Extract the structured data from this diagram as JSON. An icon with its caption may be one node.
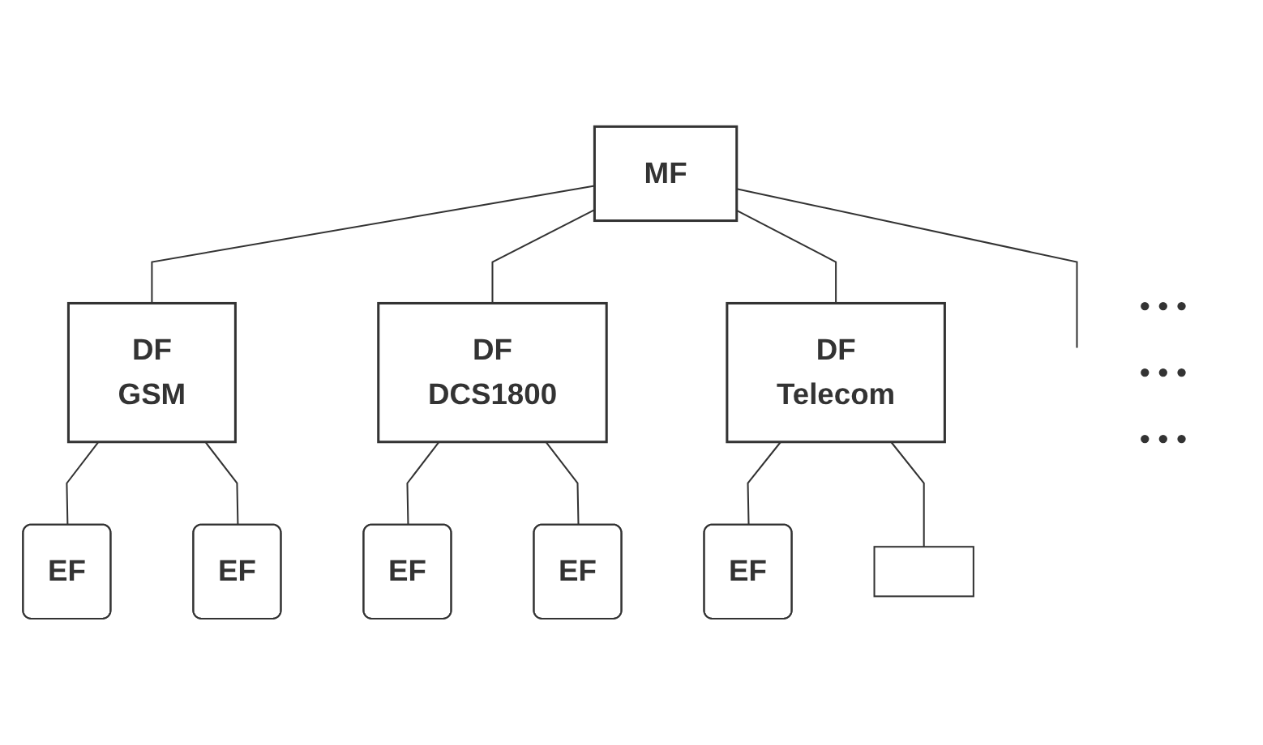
{
  "diagram": {
    "nodes": [
      {
        "text": [
          "MF"
        ]
      },
      {
        "text": [
          "DF",
          "GSM"
        ]
      },
      {
        "text": [
          "DF",
          "DCS1800"
        ]
      },
      {
        "text": [
          "DF",
          "Telecom"
        ]
      },
      {
        "text": [
          "EF"
        ]
      },
      {
        "text": [
          "EF"
        ]
      },
      {
        "text": [
          "EF"
        ]
      },
      {
        "text": [
          "EF"
        ]
      },
      {
        "text": [
          "EF"
        ]
      },
      {
        "text": [],
        "shape": "box"
      }
    ],
    "edges": [
      {
        "from": 0,
        "to": 1,
        "arrow": "none"
      },
      {
        "from": 0,
        "to": 2,
        "arrow": "none"
      },
      {
        "from": 0,
        "to": 3,
        "arrow": "none"
      },
      {
        "from": 0,
        "to": null,
        "arrow": "none"
      },
      {
        "from": 1,
        "to": 4,
        "arrow": "none"
      },
      {
        "from": 1,
        "to": 5,
        "arrow": "none"
      },
      {
        "from": 2,
        "to": 6,
        "arrow": "none"
      },
      {
        "from": 2,
        "to": 7,
        "arrow": "none"
      },
      {
        "from": 3,
        "to": 8,
        "arrow": "none"
      },
      {
        "from": 3,
        "to": 9,
        "arrow": "none"
      }
    ],
    "labels": [
      "• • •",
      "• • •",
      "• • •"
    ]
  }
}
